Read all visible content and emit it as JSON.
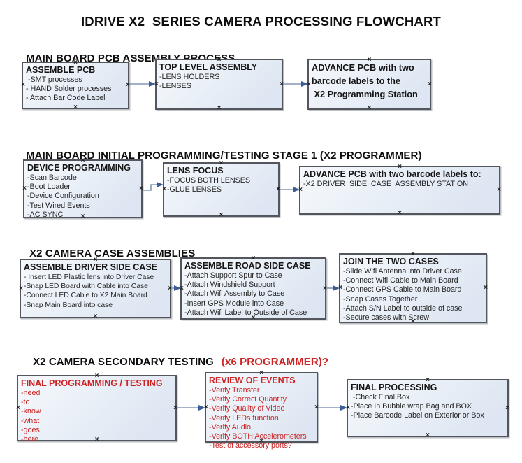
{
  "title": "IDRIVE X2  SERIES CAMERA PROCESSING FLOWCHART",
  "colors": {
    "red_accent": "#cc2424",
    "box_fill": "#dde6f2",
    "box_border": "#54565e",
    "connector_line": "#8497b5",
    "connector_head": "#3a5d95",
    "anchor_mark": "#1b1b1b"
  },
  "icons": {
    "anchor_marker": "×"
  },
  "sections": [
    {
      "header": "MAIN BOARD PCB ASSEMBLY PROCESS",
      "boxes": [
        {
          "title": "ASSEMBLE PCB",
          "items": [
            " -SMT processes",
            "- HAND Solder processes",
            "- Attach Bar Code Label"
          ]
        },
        {
          "title": "TOP LEVEL ASSEMBLY",
          "items": [
            "-LENS HOLDERS",
            "-LENSES"
          ]
        },
        {
          "title": "",
          "items": [
            "ADVANCE PCB with two",
            "barcode labels to the",
            " X2 Programming Station"
          ],
          "bold_items": true
        }
      ]
    },
    {
      "header": "MAIN BOARD INITIAL PROGRAMMING/TESTING STAGE 1 (X2 PROGRAMMER)",
      "boxes": [
        {
          "title": "DEVICE PROGRAMMING",
          "items": [
            "-Scan Barcode",
            "-Boot Loader",
            "-Device Configuration",
            "-Test Wired Events",
            "-AC SYNC"
          ]
        },
        {
          "title": "LENS FOCUS",
          "items": [
            "-FOCUS BOTH LENSES",
            "-GLUE LENSES"
          ]
        },
        {
          "title": "ADVANCE PCB with two barcode labels to:",
          "items": [
            "-X2 DRIVER  SIDE  CASE  ASSEMBLY STATION"
          ]
        }
      ]
    },
    {
      "header": "X2 CAMERA CASE ASSEMBLIES",
      "boxes": [
        {
          "title": "ASSEMBLE DRIVER SIDE CASE",
          "items": [
            "- Insert LED Plastic lens into Driver Case",
            "-Snap LED Board with Cable into Case",
            "-Connect LED Cable to X2 Main Board",
            "-Snap Main Board into case"
          ]
        },
        {
          "title": "ASSEMBLE ROAD SIDE CASE",
          "items": [
            "-Attach Support Spur to Case",
            "-Attach Windshield Support",
            "-Attach Wifi Assembly to Case",
            "-Insert GPS Module into Case",
            "-Attach Wifi Label to Outside of Case"
          ]
        },
        {
          "title": "JOIN THE TWO CASES",
          "items": [
            "-Slide Wifi Antenna into Driver Case",
            "-Connect Wifi Cable to Main Board",
            "-Connect GPS Cable to Main Board",
            "-Snap Cases Together",
            "-Attach S/N Label to outside of case",
            "-Secure cases with Screw"
          ]
        }
      ]
    },
    {
      "header": "X2 CAMERA SECONDARY TESTING",
      "header_red": "(x6 PROGRAMMER)?",
      "boxes": [
        {
          "title": "FINAL PROGRAMMING / TESTING",
          "items": [
            "-need",
            "-to",
            "-know",
            "-what",
            "-goes",
            "-here"
          ],
          "red": true
        },
        {
          "title": "REVIEW OF EVENTS",
          "items": [
            "-Verify Transfer",
            "-Verify Correct Quantity",
            "-Verify Quality of Video",
            "-Verify LEDs function",
            "-Verify Audio",
            "-Verify BOTH Accelerometers",
            "-Test of accessory ports?"
          ],
          "red": true
        },
        {
          "title": "FINAL PROCESSING",
          "items": [
            " -Check Final Box",
            "-Place In Bubble wrap Bag and BOX",
            "-Place Barcode Label on Exterior or Box"
          ]
        }
      ]
    }
  ]
}
